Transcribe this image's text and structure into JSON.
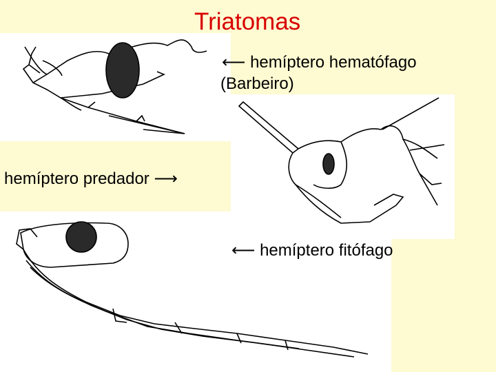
{
  "slide": {
    "title": "Triatomas",
    "labels": {
      "hematophagous_line1": "⟵ hemíptero hematófago",
      "hematophagous_line2": "(Barbeiro)",
      "predator": "hemíptero predador ⟶",
      "phytophagous": "⟵ hemíptero fitófago"
    }
  },
  "colors": {
    "background": "#fefad2",
    "title": "#d80000",
    "panel": "#ffffff"
  },
  "drawings": [
    {
      "name": "predator-head-drawing",
      "icon": "insect-head-icon"
    },
    {
      "name": "hematophagous-head-drawing",
      "icon": "insect-head-icon"
    },
    {
      "name": "phytophagous-head-drawing",
      "icon": "insect-head-icon"
    }
  ]
}
